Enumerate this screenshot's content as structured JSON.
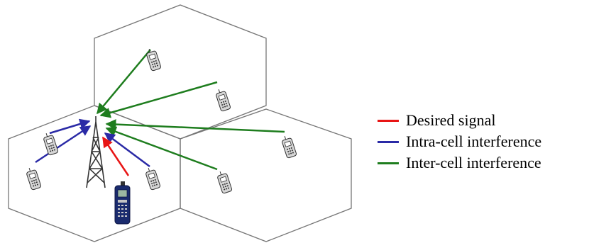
{
  "legend": {
    "items": [
      {
        "label": "Desired signal",
        "color": "#e81515"
      },
      {
        "label": "Intra-cell interference",
        "color": "#2a2aa6"
      },
      {
        "label": "Inter-cell interference",
        "color": "#1e7d1e"
      }
    ]
  },
  "colors": {
    "cell_outline": "#777777",
    "desired": "#e81515",
    "intra": "#2a2aa6",
    "inter": "#1e7d1e",
    "phone_body": "#8a8a8a",
    "handset_body": "#1a2b6e"
  },
  "icons": {
    "base_station": "cell-tower-icon",
    "mobile": "mobile-phone-icon",
    "desired_user": "handset-icon"
  }
}
